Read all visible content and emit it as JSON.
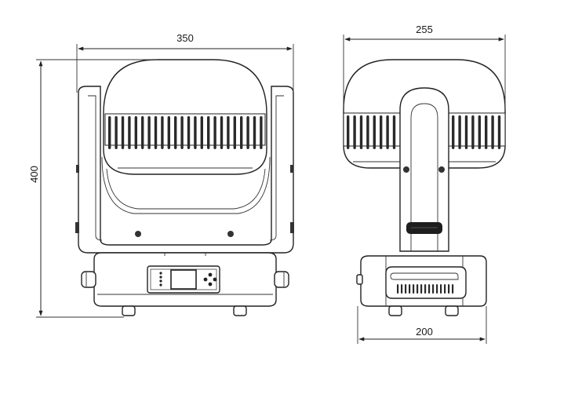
{
  "dimensions": {
    "front_width": "350",
    "side_width": "255",
    "height": "400",
    "base_width": "200"
  }
}
